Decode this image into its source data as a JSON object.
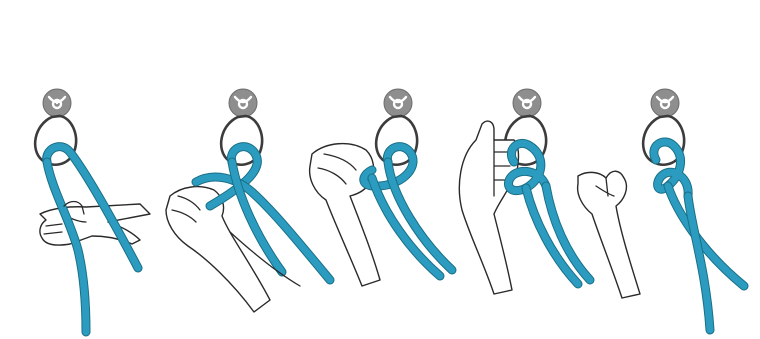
{
  "figure": {
    "panels": [
      {
        "id": 1,
        "bolt_icon": "anchor-bolt-icon",
        "carabiner_icon": "carabiner-icon"
      },
      {
        "id": 2,
        "bolt_icon": "anchor-bolt-icon",
        "carabiner_icon": "carabiner-icon"
      },
      {
        "id": 3,
        "bolt_icon": "anchor-bolt-icon",
        "carabiner_icon": "carabiner-icon"
      },
      {
        "id": 4,
        "bolt_icon": "anchor-bolt-icon",
        "carabiner_icon": "carabiner-icon"
      },
      {
        "id": 5,
        "bolt_icon": "anchor-bolt-icon",
        "carabiner_icon": "carabiner-icon"
      }
    ],
    "colors": {
      "rope": "#2b9cc0",
      "rope_edge": "#1a6f86",
      "bolt": "#8e8e8e",
      "carabiner": "#3c3c3c",
      "outline": "#2a2a2a",
      "background": "#ffffff"
    }
  }
}
